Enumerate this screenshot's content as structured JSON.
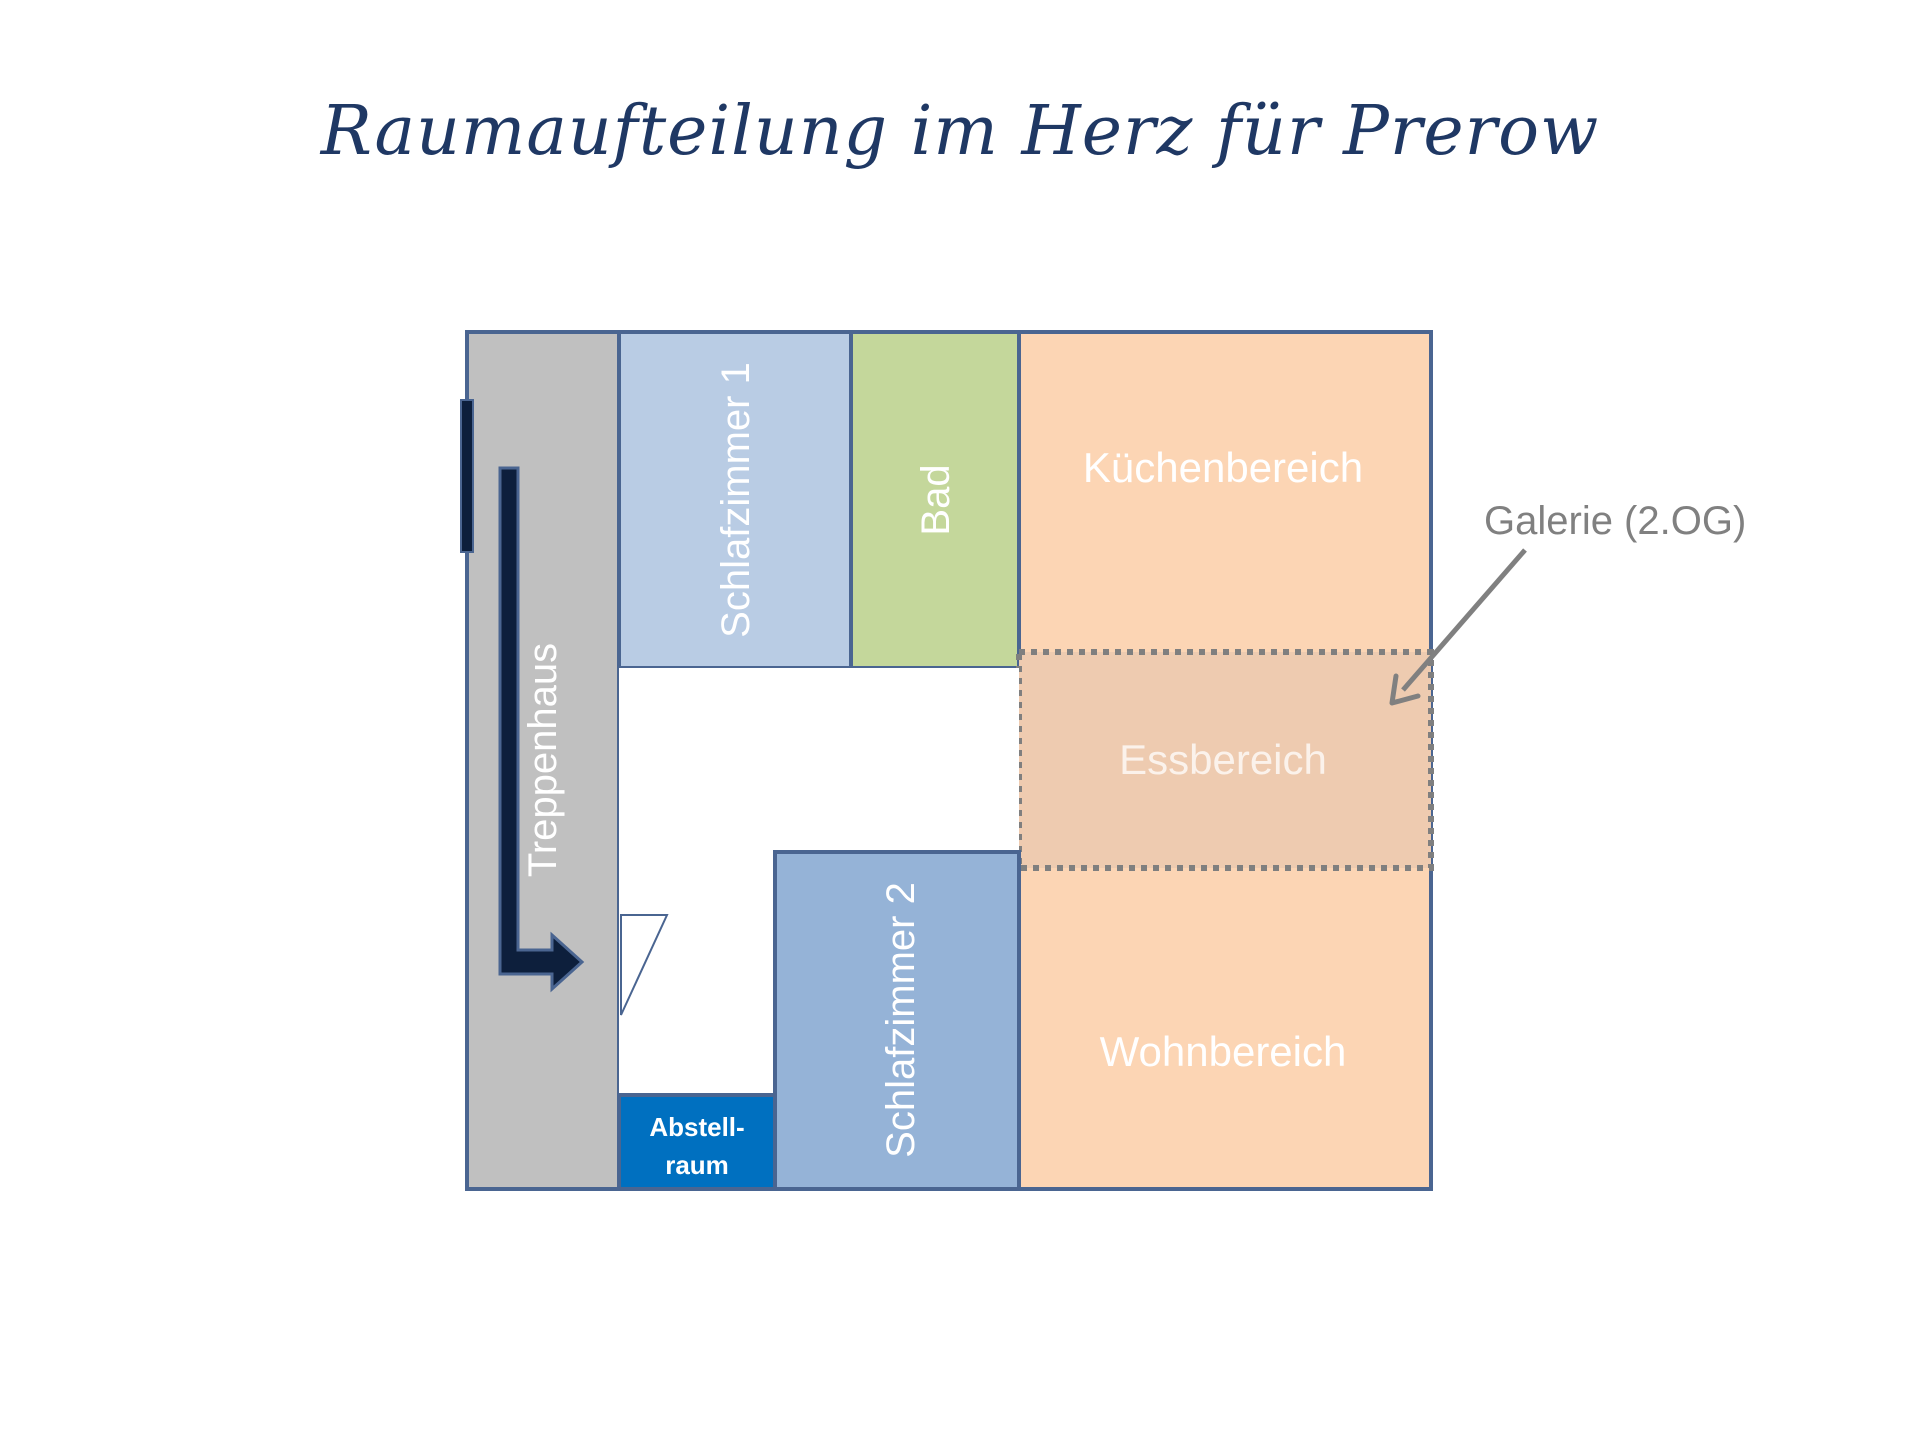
{
  "title": "Raumaufteilung im Herz für Prerow",
  "rooms": {
    "treppenhaus": "Treppenhaus",
    "schlafzimmer1": "Schlafzimmer 1",
    "bad": "Bad",
    "kuechenbereich": "Küchenbereich",
    "essbereich": "Essbereich",
    "wohnbereich": "Wohnbereich",
    "schlafzimmer2": "Schlafzimmer 2",
    "abstellraum_line1": "Abstell-",
    "abstellraum_line2": "raum"
  },
  "annotations": {
    "galerie": "Galerie (2.OG)"
  },
  "colors": {
    "outline": "#4a6591",
    "treppenhaus": "#c0c0c0",
    "schlafzimmer1": "#b9cce4",
    "bad": "#c4d79b",
    "kitchen_living": "#fcd5b4",
    "essbereich": "#eecbb0",
    "schlafzimmer2": "#95b3d7",
    "abstellraum": "#0070c0",
    "title": "#1f3864",
    "annotation": "#808080"
  }
}
